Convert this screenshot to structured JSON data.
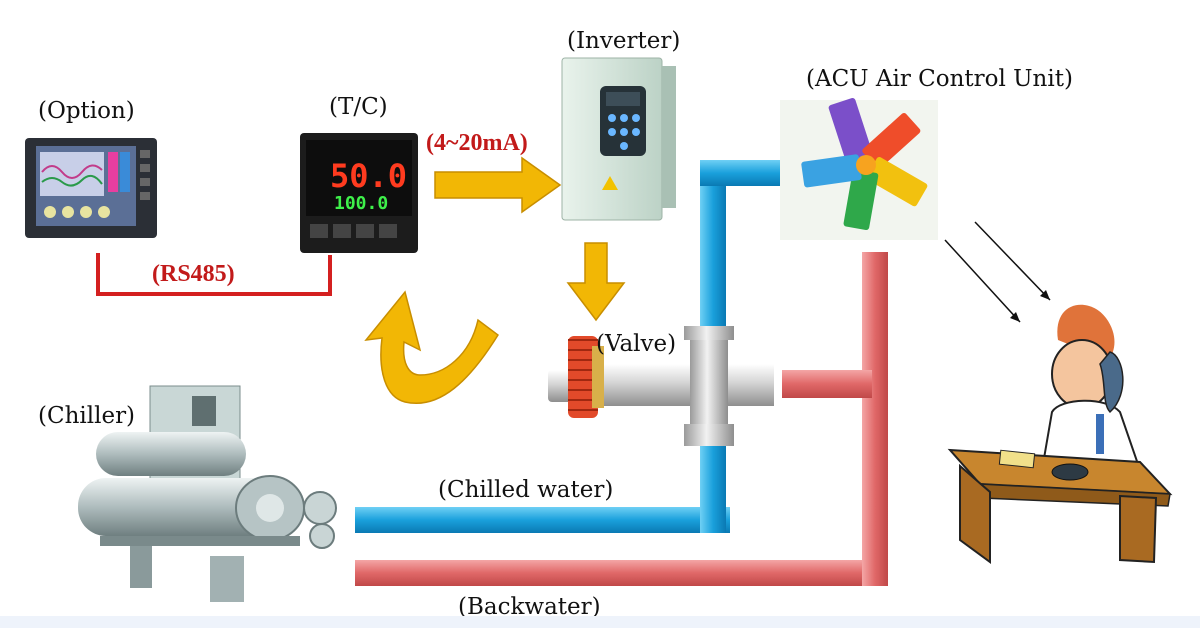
{
  "labels": {
    "option": "(Option)",
    "tc": "(T/C)",
    "inverter": "(Inverter)",
    "acu": "(ACU Air Control Unit)",
    "signal": "(4~20mA)",
    "rs485": "(RS485)",
    "valve": "(Valve)",
    "chiller": "(Chiller)",
    "chilled_water": "(Chilled water)",
    "backwater": "(Backwater)"
  },
  "tc_display": {
    "pv": "50.0",
    "sv": "100.0"
  },
  "colors": {
    "signal_red": "#c21a1a",
    "chilled_pipe": "#2aa6dc",
    "back_pipe": "#e07070",
    "arrow_gold": "#f2b705"
  }
}
